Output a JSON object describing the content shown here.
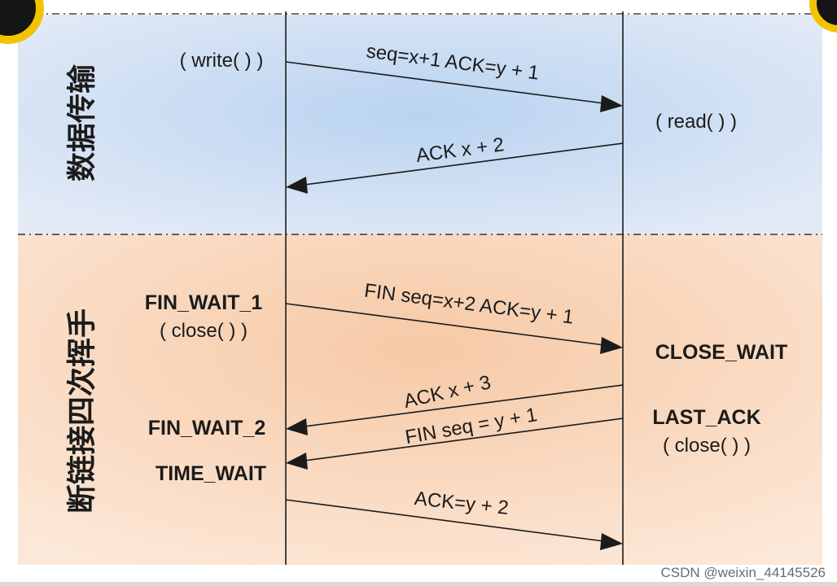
{
  "sections": [
    {
      "label": "数据传输"
    },
    {
      "label": "断链接四次挥手"
    }
  ],
  "left_labels": {
    "write": "( write( ) )",
    "fin_wait_1": "FIN_WAIT_1",
    "close_left": "( close( ) )",
    "fin_wait_2": "FIN_WAIT_2",
    "time_wait": "TIME_WAIT"
  },
  "right_labels": {
    "read": "( read( ) )",
    "close_wait": "CLOSE_WAIT",
    "last_ack": "LAST_ACK",
    "close_right": "( close( ) )"
  },
  "messages": [
    {
      "text": "seq=x+1 ACK=y + 1",
      "direction": "right"
    },
    {
      "text": "ACK x + 2",
      "direction": "left"
    },
    {
      "text": "FIN seq=x+2 ACK=y + 1",
      "direction": "right"
    },
    {
      "text": "ACK x + 3",
      "direction": "left"
    },
    {
      "text": "FIN seq = y + 1",
      "direction": "left"
    },
    {
      "text": "ACK=y + 2",
      "direction": "right"
    }
  ],
  "watermark": "CSDN @weixin_44145526",
  "colors": {
    "transfer_bg": "#dfe8f6",
    "transfer_center": "#b9d3f0",
    "teardown_bg": "#fbe3cf",
    "teardown_center": "#f6c9a6",
    "line": "#1b1b1b",
    "badge": "#f2c400"
  }
}
